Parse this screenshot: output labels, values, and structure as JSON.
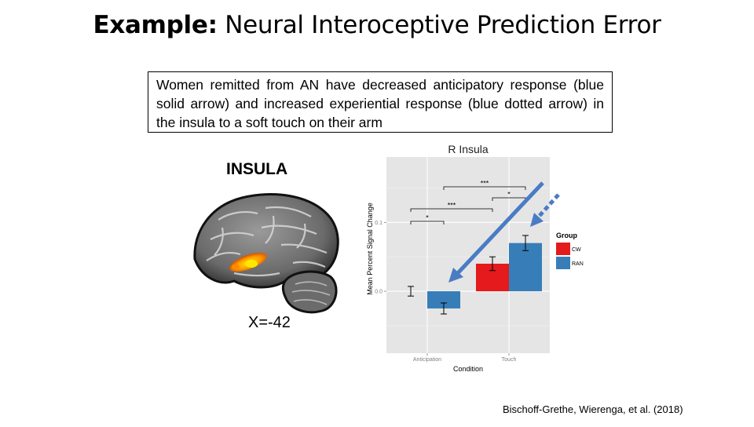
{
  "slide": {
    "title_bold": "Example:",
    "title_rest": "Neural Interoceptive Prediction Error",
    "caption": "Women remitted from AN have decreased anticipatory response (blue solid arrow) and increased experiential response (blue dotted arrow) in the insula to a soft touch on their arm",
    "brain_label": "INSULA",
    "coord_label": "X=-42",
    "citation": "Bischoff-Grethe, Wierenga, et al. (2018)"
  },
  "colors": {
    "cw": "#e41a1c",
    "ran": "#377eb8",
    "arrow": "#4a7cc4",
    "panel_bg": "#e5e5e5",
    "activation": "#f5a000"
  },
  "chart_data": {
    "type": "bar",
    "title": "R Insula",
    "xlabel": "Condition",
    "ylabel": "Mean Percent Signal Change",
    "categories": [
      "Anticipation",
      "Touch"
    ],
    "series": [
      {
        "name": "CW",
        "values": [
          0.0,
          0.04
        ],
        "error": [
          0.007,
          0.01
        ]
      },
      {
        "name": "RAN",
        "values": [
          -0.025,
          0.07
        ],
        "error": [
          0.008,
          0.011
        ]
      }
    ],
    "yticks": [
      0.0,
      0.1
    ],
    "ytick_labels": [
      "0.0",
      "0.1"
    ],
    "ylim": [
      -0.09,
      0.195
    ],
    "grid": true,
    "legend": {
      "title": "Group",
      "position": "right",
      "entries": [
        "CW",
        "RAN"
      ]
    },
    "significance": [
      {
        "from": [
          "Anticipation",
          "CW"
        ],
        "to": [
          "Anticipation",
          "RAN"
        ],
        "label": "*"
      },
      {
        "from": [
          "Anticipation",
          "CW"
        ],
        "to": [
          "Touch",
          "CW"
        ],
        "label": "***"
      },
      {
        "from": [
          "Anticipation",
          "RAN"
        ],
        "to": [
          "Touch",
          "RAN"
        ],
        "label": "***"
      },
      {
        "from": [
          "Touch",
          "CW"
        ],
        "to": [
          "Touch",
          "RAN"
        ],
        "label": "*"
      }
    ]
  }
}
